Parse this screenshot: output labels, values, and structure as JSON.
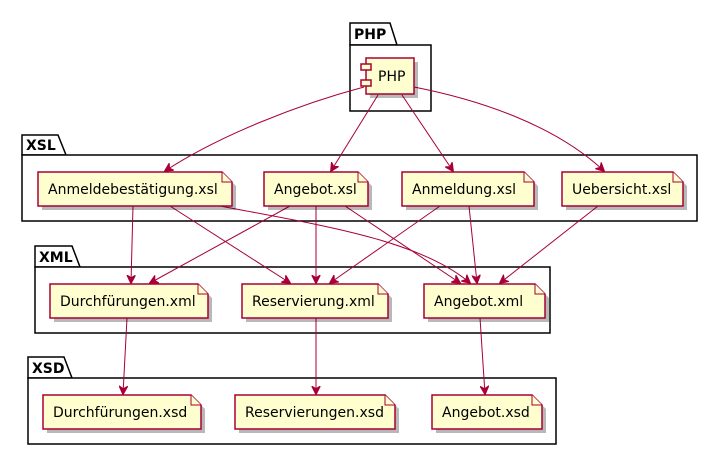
{
  "colors": {
    "note_fill": "#FEFECE",
    "note_border": "#A80036",
    "edge": "#A80036",
    "package_border": "#000000"
  },
  "packages": {
    "php": {
      "label": "PHP"
    },
    "xsl": {
      "label": "XSL"
    },
    "xml": {
      "label": "XML"
    },
    "xsd": {
      "label": "XSD"
    }
  },
  "nodes": {
    "php": {
      "label": "PHP",
      "kind": "component"
    },
    "xsl_anmeldebestaetigung": {
      "label": "Anmeldebestätigung.xsl",
      "kind": "file"
    },
    "xsl_angebot": {
      "label": "Angebot.xsl",
      "kind": "file"
    },
    "xsl_anmeldung": {
      "label": "Anmeldung.xsl",
      "kind": "file"
    },
    "xsl_uebersicht": {
      "label": "Uebersicht.xsl",
      "kind": "file"
    },
    "xml_durchfuehrungen": {
      "label": "Durchfürungen.xml",
      "kind": "file"
    },
    "xml_reservierung": {
      "label": "Reservierung.xml",
      "kind": "file"
    },
    "xml_angebot": {
      "label": "Angebot.xml",
      "kind": "file"
    },
    "xsd_durchfuehrungen": {
      "label": "Durchfürungen.xsd",
      "kind": "file"
    },
    "xsd_reservierungen": {
      "label": "Reservierungen.xsd",
      "kind": "file"
    },
    "xsd_angebot": {
      "label": "Angebot.xsd",
      "kind": "file"
    }
  },
  "edges": [
    {
      "from": "php",
      "to": "xsl_anmeldebestaetigung"
    },
    {
      "from": "php",
      "to": "xsl_angebot"
    },
    {
      "from": "php",
      "to": "xsl_anmeldung"
    },
    {
      "from": "php",
      "to": "xsl_uebersicht"
    },
    {
      "from": "xsl_anmeldebestaetigung",
      "to": "xml_durchfuehrungen"
    },
    {
      "from": "xsl_anmeldebestaetigung",
      "to": "xml_reservierung"
    },
    {
      "from": "xsl_anmeldebestaetigung",
      "to": "xml_angebot"
    },
    {
      "from": "xsl_angebot",
      "to": "xml_durchfuehrungen"
    },
    {
      "from": "xsl_angebot",
      "to": "xml_reservierung"
    },
    {
      "from": "xsl_angebot",
      "to": "xml_angebot"
    },
    {
      "from": "xsl_anmeldung",
      "to": "xml_reservierung"
    },
    {
      "from": "xsl_anmeldung",
      "to": "xml_angebot"
    },
    {
      "from": "xsl_uebersicht",
      "to": "xml_angebot"
    },
    {
      "from": "xml_durchfuehrungen",
      "to": "xsd_durchfuehrungen"
    },
    {
      "from": "xml_reservierung",
      "to": "xsd_reservierungen"
    },
    {
      "from": "xml_angebot",
      "to": "xsd_angebot"
    }
  ]
}
